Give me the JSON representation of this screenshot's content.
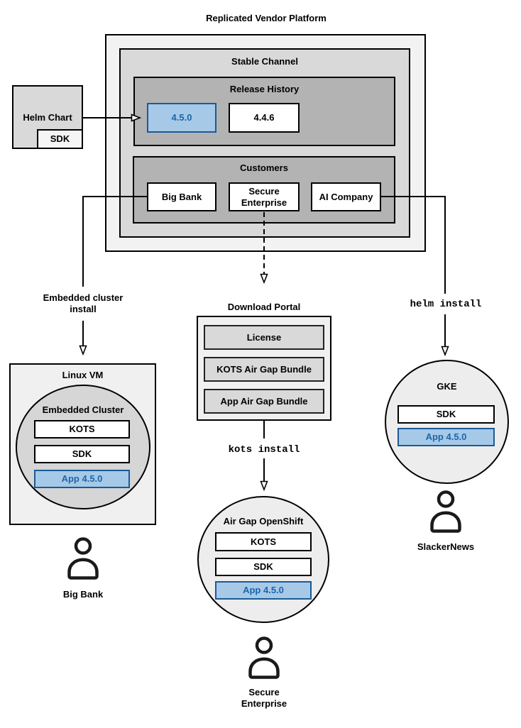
{
  "title": "Replicated Vendor Platform",
  "platform": {
    "stable_channel": "Stable Channel",
    "release_history": "Release History",
    "releases": [
      {
        "version": "4.5.0",
        "highlight": true
      },
      {
        "version": "4.4.6",
        "highlight": false
      }
    ],
    "customers_label": "Customers",
    "customers": [
      {
        "name": "Big Bank"
      },
      {
        "name": "Secure Enterprise"
      },
      {
        "name": "AI Company"
      }
    ]
  },
  "helm_chart": {
    "label": "Helm Chart",
    "sdk": "SDK"
  },
  "flows": {
    "embedded": {
      "arrow_label": "Embedded cluster install",
      "host": "Linux VM",
      "cluster": "Embedded Cluster",
      "components": [
        {
          "label": "KOTS",
          "highlight": false
        },
        {
          "label": "SDK",
          "highlight": false
        },
        {
          "label": "App 4.5.0",
          "highlight": true
        }
      ],
      "user": "Big Bank"
    },
    "airgap": {
      "portal": "Download Portal",
      "portal_items": [
        {
          "label": "License"
        },
        {
          "label": "KOTS Air Gap Bundle"
        },
        {
          "label": "App Air Gap Bundle"
        }
      ],
      "arrow_label": "kots install",
      "cluster": "Air Gap OpenShift",
      "components": [
        {
          "label": "KOTS",
          "highlight": false
        },
        {
          "label": "SDK",
          "highlight": false
        },
        {
          "label": "App 4.5.0",
          "highlight": true
        }
      ],
      "user": "Secure Enterprise"
    },
    "helm": {
      "arrow_label": "helm install",
      "cluster": "GKE",
      "components": [
        {
          "label": "SDK",
          "highlight": false
        },
        {
          "label": "App 4.5.0",
          "highlight": true
        }
      ],
      "user": "SlackerNews"
    }
  },
  "colors": {
    "highlight_fill": "#a6c9e8",
    "highlight_border": "#1b5a96",
    "highlight_text": "#1d66a8",
    "gray_outer": "#f2f2f2",
    "gray_mid": "#d9d9d9",
    "gray_dark": "#b3b3b3"
  }
}
